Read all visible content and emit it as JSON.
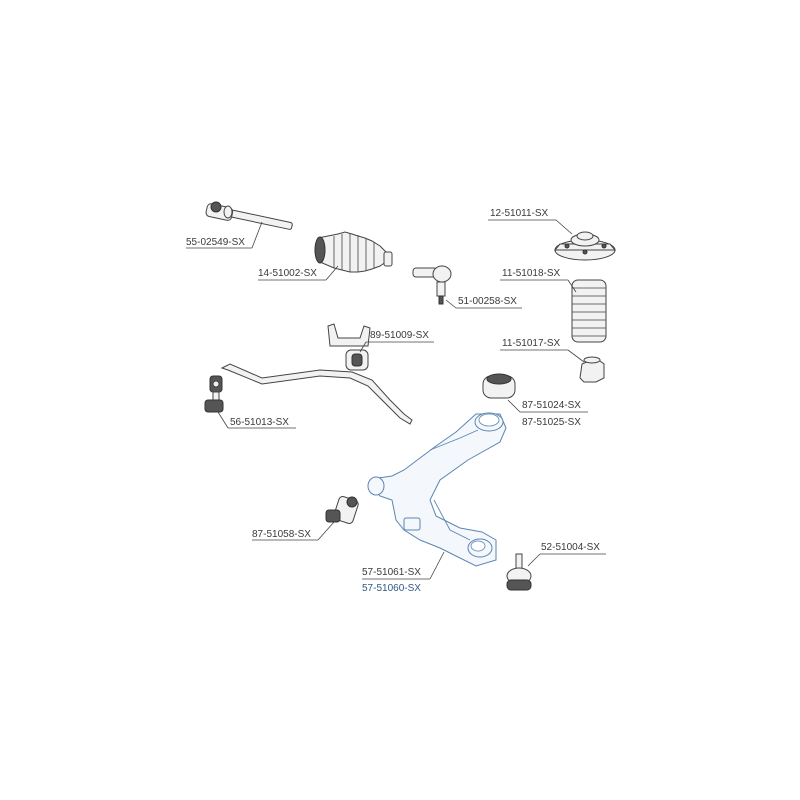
{
  "parts": [
    {
      "id": "tie-rod",
      "number": "55-02549-SX"
    },
    {
      "id": "rack-boot",
      "number": "14-51002-SX"
    },
    {
      "id": "tie-rod-end",
      "number": "51-00258-SX"
    },
    {
      "id": "strut-mount",
      "number": "12-51011-SX"
    },
    {
      "id": "dust-boot",
      "number": "11-51018-SX"
    },
    {
      "id": "bump-stop",
      "number": "11-51017-SX"
    },
    {
      "id": "stab-bush",
      "number": "89-51009-SX"
    },
    {
      "id": "stab-link",
      "number": "56-51013-SX"
    },
    {
      "id": "arm-bush-rear-1",
      "number": "87-51024-SX"
    },
    {
      "id": "arm-bush-rear-2",
      "number": "87-51025-SX"
    },
    {
      "id": "arm-bush-front",
      "number": "87-51058-SX"
    },
    {
      "id": "ball-joint",
      "number": "52-51004-SX"
    },
    {
      "id": "control-arm-1",
      "number": "57-51061-SX"
    },
    {
      "id": "control-arm-2",
      "number": "57-51060-SX"
    }
  ]
}
